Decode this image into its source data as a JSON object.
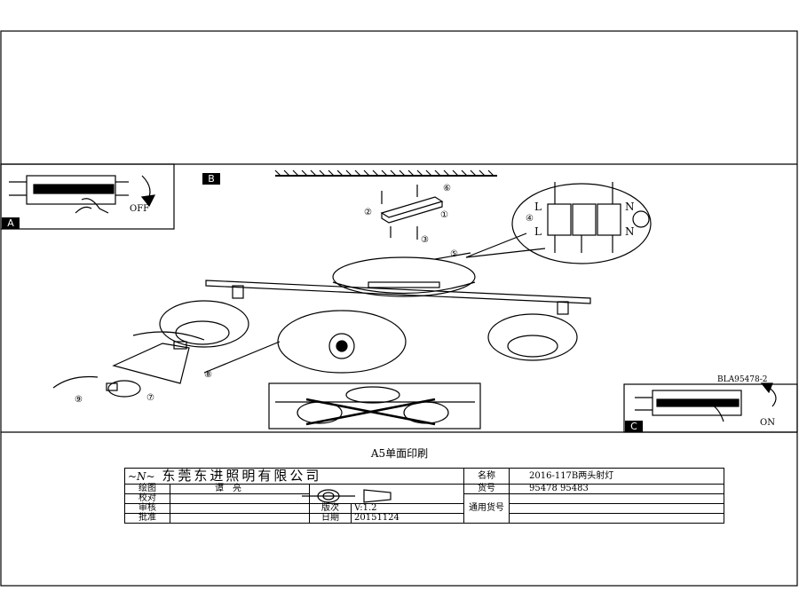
{
  "panels": {
    "a": {
      "tag": "A",
      "action": "OFF"
    },
    "b": {
      "tag": "B",
      "steps": [
        "①",
        "②",
        "③",
        "④",
        "⑤",
        "⑥",
        "⑦",
        "⑧",
        "⑨"
      ]
    },
    "c": {
      "tag": "C",
      "action": "ON"
    }
  },
  "wiring": {
    "live_top": "L",
    "live_bottom": "L",
    "neutral_top": "N",
    "neutral_bottom": "N",
    "step": "④"
  },
  "drawing_code": "BLA95478-2",
  "print_note": "A5单面印刷",
  "title_block": {
    "company": "东莞东进照明有限公司",
    "name_label": "名称",
    "name_value": "2016-117B两头射灯",
    "rows": [
      {
        "label": "绘图",
        "value": "谭　亮"
      },
      {
        "label": "校对",
        "value": ""
      },
      {
        "label": "审核",
        "value": ""
      },
      {
        "label": "批准",
        "value": ""
      }
    ],
    "item_no_label": "货号",
    "item_no_value": "95478  95483",
    "general_item_label": "通用货号",
    "version_label": "版次",
    "version_value": "V:1.2",
    "date_label": "日期",
    "date_value": "20151124"
  }
}
